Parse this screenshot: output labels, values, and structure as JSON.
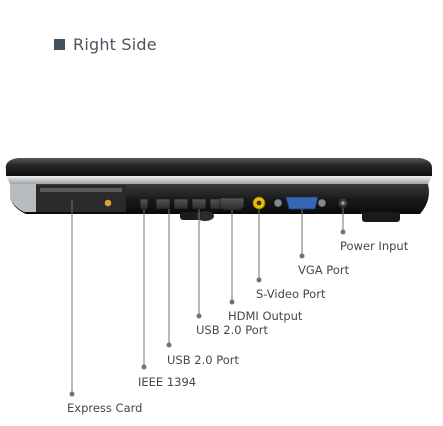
{
  "heading": {
    "title": "Right Side",
    "bullet_color": "#47515b"
  },
  "labels": {
    "express_card": "Express Card",
    "ieee_1394": "IEEE 1394",
    "usb_1": "USB 2.0 Port",
    "usb_2": "USB 2.0 Port",
    "hdmi": "HDMI Output",
    "svideo": "S-Video Port",
    "vga": "VGA Port",
    "power": "Power Input"
  },
  "colors": {
    "leader_line": "#6a747c",
    "svideo_accent": "#e8c000",
    "vga_accent": "#3a67b5",
    "laptop_body": "#1c1c1c",
    "laptop_silver": "#c9cccf"
  }
}
